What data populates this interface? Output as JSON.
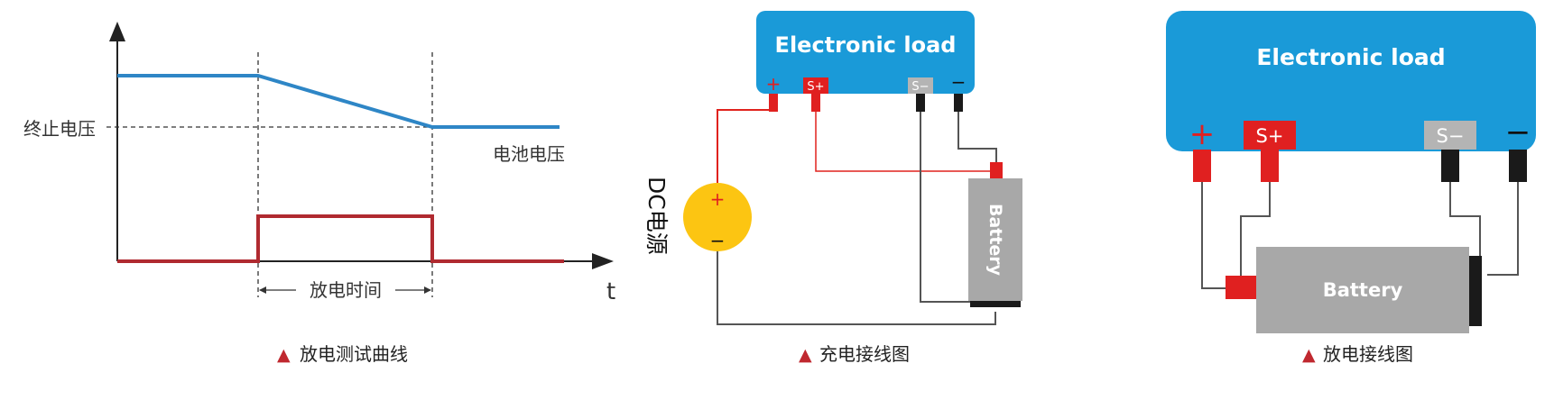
{
  "discharge_curve": {
    "y_label_cutoff": "终止电压",
    "label_battery_voltage": "电池电压",
    "label_discharge_time": "放电时间",
    "axis_t": "t",
    "caption": "放电测试曲线"
  },
  "charge_wiring": {
    "load_title": "Electronic load",
    "terminal_plus": "+",
    "terminal_splus": "S+",
    "terminal_sminus": "S−",
    "terminal_minus": "−",
    "source_label": "DC电源",
    "source_plus": "+",
    "source_minus": "−",
    "battery_label": "Battery",
    "caption": "充电接线图"
  },
  "discharge_wiring": {
    "load_title": "Electronic load",
    "terminal_plus": "+",
    "terminal_splus": "S+",
    "terminal_sminus": "S−",
    "terminal_minus": "−",
    "battery_label": "Battery",
    "caption": "放电接线图"
  },
  "caption_marker": "▲",
  "colors": {
    "load_blue": "#1a9ad8",
    "voltage_line": "#2e86c6",
    "current_line": "#b02a30",
    "terminal_red": "#e02020",
    "terminal_gray": "#b4b4b4",
    "terminal_black": "#1a1a1a",
    "wire_red": "#e0221d",
    "source_yellow": "#fcc512",
    "battery_gray": "#a8a8a8"
  }
}
